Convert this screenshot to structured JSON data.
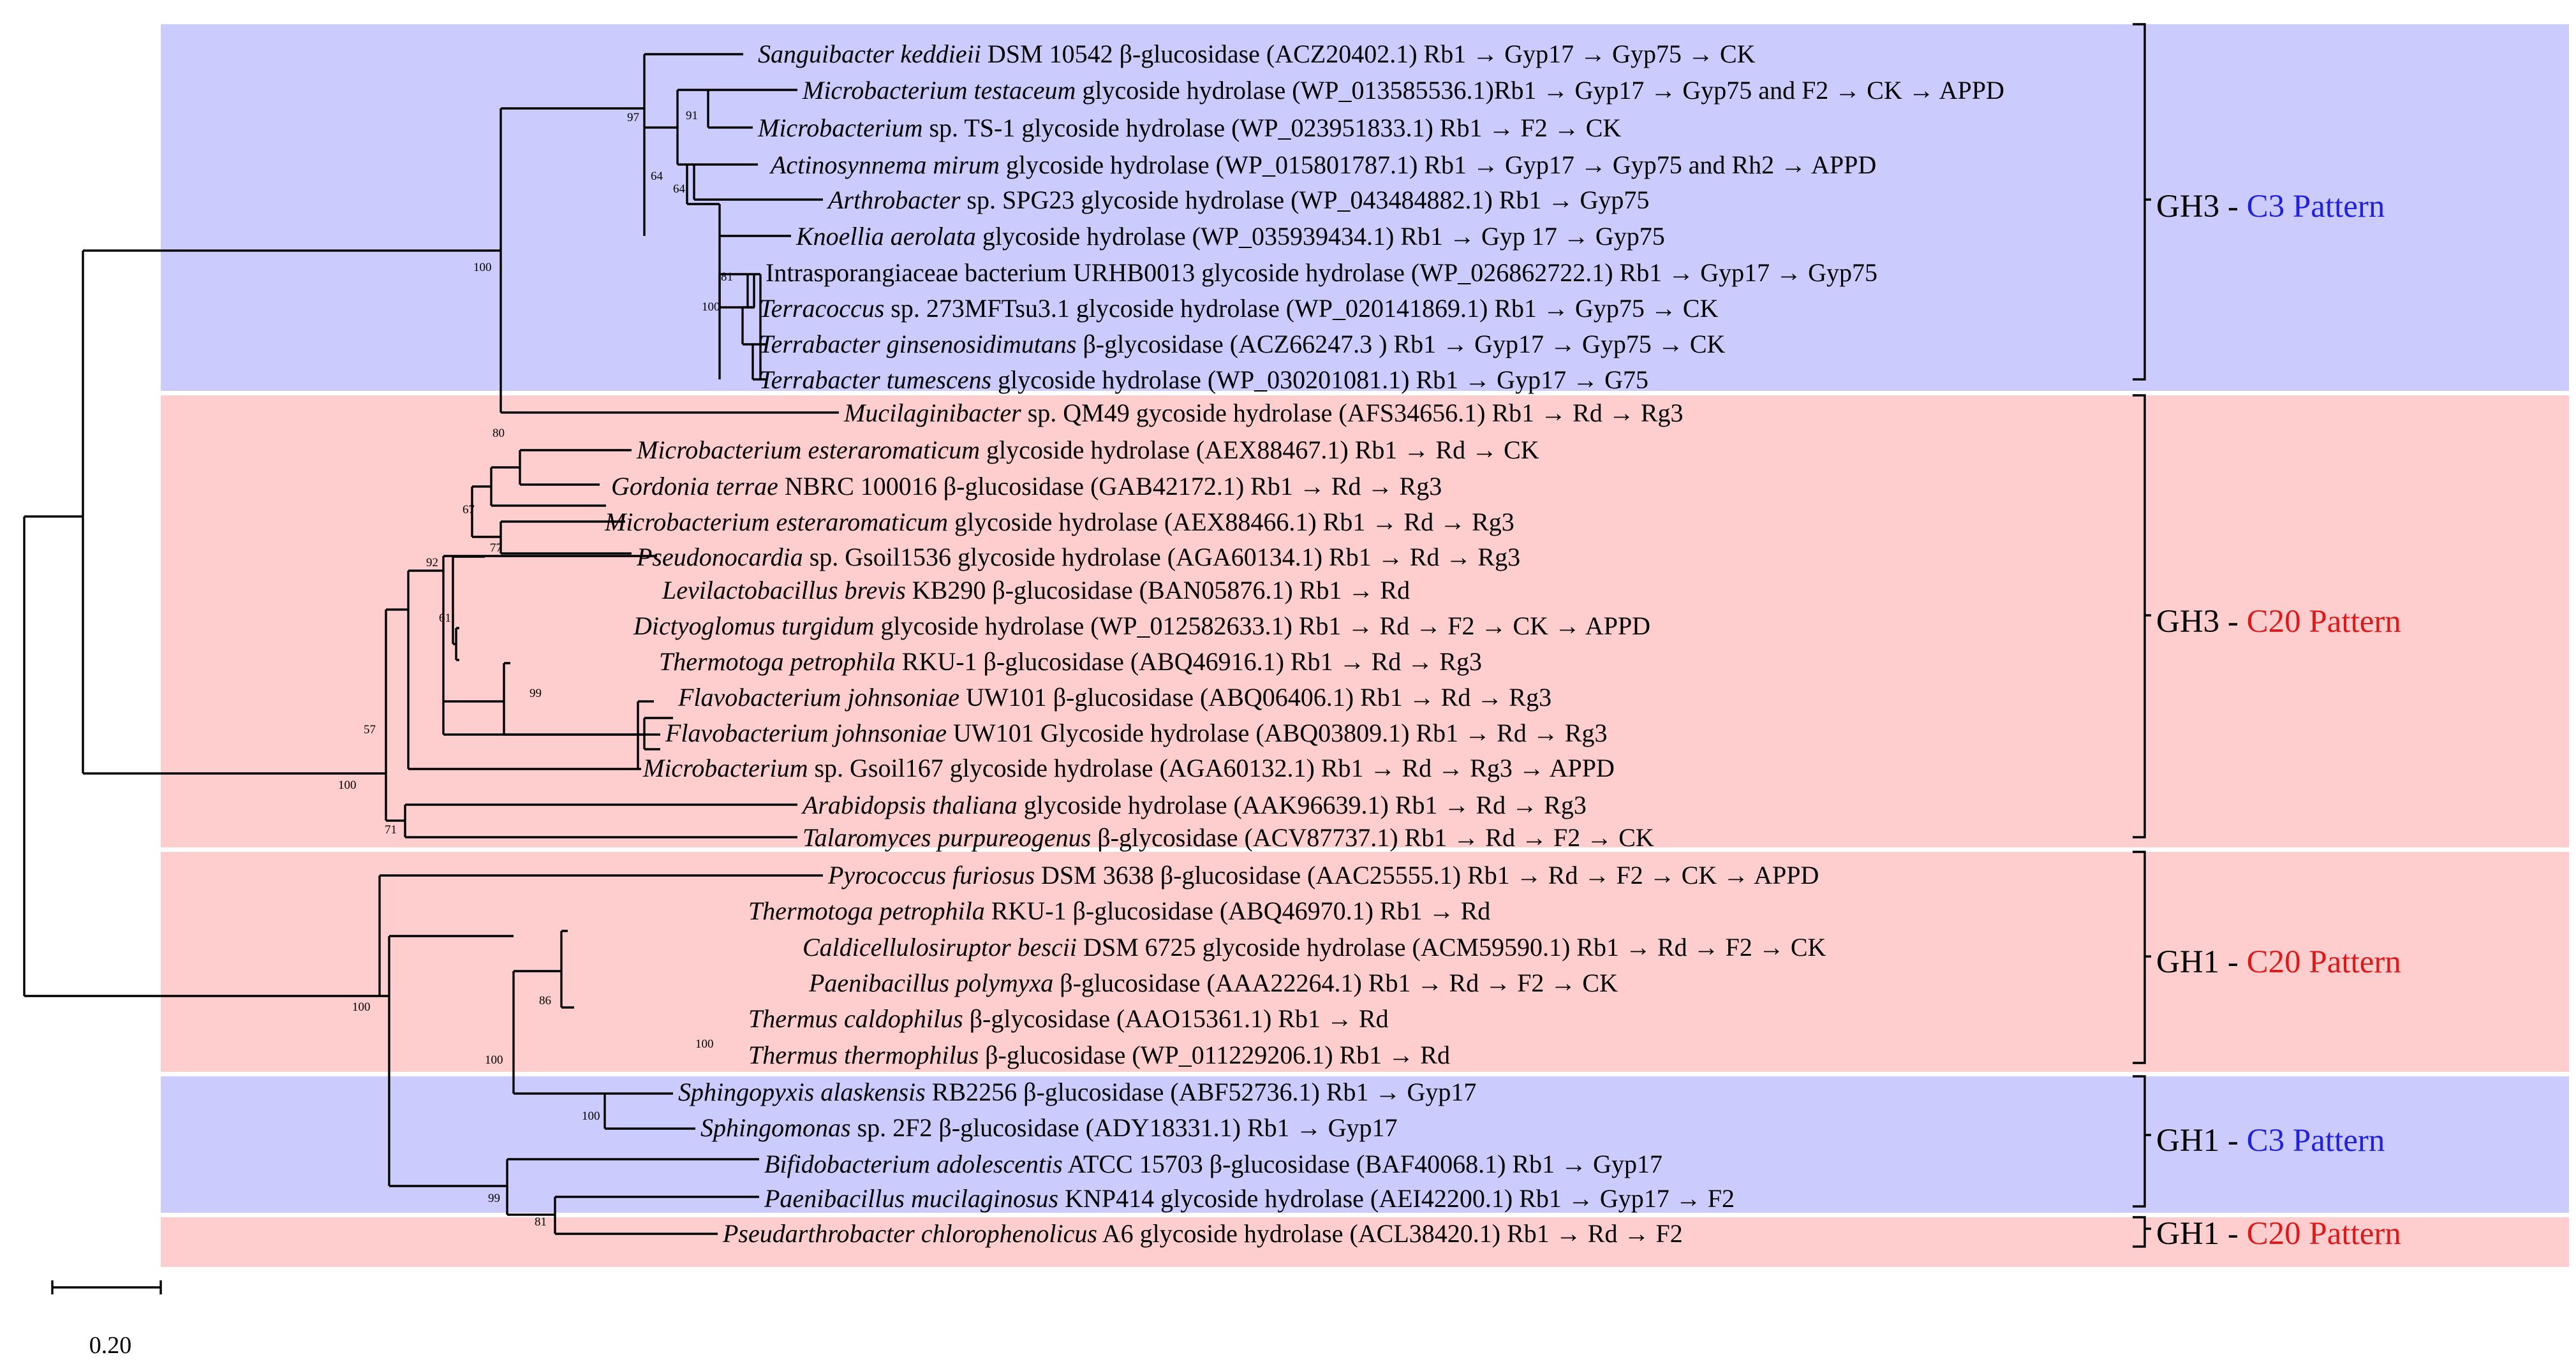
{
  "colors": {
    "c3_band": "#cccbfd",
    "c20_band": "#fecdcd",
    "c3_text": "#2020e0",
    "c20_text": "#e01818",
    "line": "#000000"
  },
  "leaves": [
    {
      "sp": "Sanguibacter keddieii",
      "rest": " DSM 10542 β-glucosidase (ACZ20402.1) Rb1 → Gyp17 → Gyp75 → CK"
    },
    {
      "sp": "Microbacterium testaceum",
      "rest": " glycoside hydrolase (WP_013585536.1)Rb1 → Gyp17 → Gyp75 and F2 → CK → APPD"
    },
    {
      "sp": "Microbacterium",
      "rest": " sp. TS-1 glycoside hydrolase (WP_023951833.1) Rb1 → F2 → CK"
    },
    {
      "sp": "Actinosynnema mirum",
      "rest": " glycoside hydrolase (WP_015801787.1) Rb1 → Gyp17 → Gyp75 and Rh2 → APPD"
    },
    {
      "sp": "Arthrobacter",
      "rest": " sp. SPG23 glycoside hydrolase (WP_043484882.1) Rb1 → Gyp75"
    },
    {
      "sp": "Knoellia aerolata",
      "rest": " glycoside hydrolase (WP_035939434.1) Rb1 → Gyp 17 → Gyp75"
    },
    {
      "sp": "",
      "rest": "Intrasporangiaceae bacterium URHB0013 glycoside hydrolase (WP_026862722.1) Rb1 → Gyp17 → Gyp75"
    },
    {
      "sp": "Terracoccus",
      "rest": " sp. 273MFTsu3.1 glycoside hydrolase (WP_020141869.1) Rb1 → Gyp75 → CK"
    },
    {
      "sp": "Terrabacter ginsenosidimutans",
      "rest": " β-glycosidase (ACZ66247.3 ) Rb1 → Gyp17 → Gyp75 → CK"
    },
    {
      "sp": "Terrabacter tumescens",
      "rest": " glycoside hydrolase (WP_030201081.1) Rb1 → Gyp17 → G75"
    },
    {
      "sp": "Mucilaginibacter",
      "rest": " sp. QM49 gycoside hydrolase (AFS34656.1) Rb1 → Rd → Rg3"
    },
    {
      "sp": "Microbacterium esteraromaticum",
      "rest": " glycoside hydrolase (AEX88467.1) Rb1 → Rd → CK"
    },
    {
      "sp": "Gordonia terrae",
      "rest": " NBRC 100016 β-glucosidase (GAB42172.1) Rb1 → Rd → Rg3"
    },
    {
      "sp": "Microbacterium esteraromaticum",
      "rest": " glycoside hydrolase (AEX88466.1) Rb1 → Rd → Rg3"
    },
    {
      "sp": "Pseudonocardia",
      "rest": " sp. Gsoil1536 glycoside hydrolase (AGA60134.1) Rb1 → Rd → Rg3"
    },
    {
      "sp": "Levilactobacillus brevis",
      "rest": " KB290 β-glucosidase (BAN05876.1) Rb1 → Rd"
    },
    {
      "sp": "Dictyoglomus turgidum",
      "rest": " glycoside hydrolase (WP_012582633.1) Rb1 → Rd → F2 → CK → APPD"
    },
    {
      "sp": "Thermotoga petrophila",
      "rest": " RKU-1 β-glucosidase (ABQ46916.1) Rb1 → Rd → Rg3"
    },
    {
      "sp": "Flavobacterium johnsoniae",
      "rest": " UW101 β-glucosidase (ABQ06406.1) Rb1 → Rd → Rg3"
    },
    {
      "sp": "Flavobacterium johnsoniae",
      "rest": " UW101 Glycoside hydrolase (ABQ03809.1) Rb1 → Rd → Rg3"
    },
    {
      "sp": "Microbacterium",
      "rest": " sp. Gsoil167 glycoside hydrolase (AGA60132.1) Rb1 → Rd → Rg3 → APPD"
    },
    {
      "sp": "Arabidopsis thaliana",
      "rest": " glycoside hydrolase (AAK96639.1) Rb1 → Rd → Rg3"
    },
    {
      "sp": "Talaromyces purpureogenus",
      "rest": " β-glycosidase (ACV87737.1) Rb1 → Rd → F2 → CK"
    },
    {
      "sp": "Pyrococcus furiosus",
      "rest": " DSM 3638 β-glucosidase (AAC25555.1) Rb1 → Rd → F2 → CK → APPD"
    },
    {
      "sp": "Thermotoga petrophila",
      "rest": " RKU-1 β-glucosidase (ABQ46970.1) Rb1 → Rd"
    },
    {
      "sp": "Caldicellulosiruptor bescii",
      "rest": " DSM 6725 glycoside hydrolase (ACM59590.1) Rb1 → Rd → F2 → CK"
    },
    {
      "sp": "Paenibacillus polymyxa",
      "rest": " β-glucosidase (AAA22264.1) Rb1 → Rd → F2 → CK"
    },
    {
      "sp": "Thermus caldophilus",
      "rest": " β-glycosidase (AAO15361.1) Rb1 → Rd"
    },
    {
      "sp": "Thermus thermophilus",
      "rest": " β-glucosidase (WP_011229206.1) Rb1 → Rd"
    },
    {
      "sp": "Sphingopyxis alaskensis",
      "rest": " RB2256 β-glucosidase (ABF52736.1) Rb1 → Gyp17"
    },
    {
      "sp": "Sphingomonas",
      "rest": " sp. 2F2 β-glucosidase (ADY18331.1) Rb1 → Gyp17"
    },
    {
      "sp": "Bifidobacterium adolescentis",
      "rest": " ATCC 15703 β-glucosidase (BAF40068.1) Rb1 → Gyp17"
    },
    {
      "sp": "Paenibacillus mucilaginosus",
      "rest": " KNP414 glycoside hydrolase (AEI42200.1) Rb1 → Gyp17 → F2"
    },
    {
      "sp": "Pseudarthrobacter chlorophenolicus",
      "rest": " A6 glycoside hydrolase (ACL38420.1) Rb1 → Rd → F2"
    }
  ],
  "groups": [
    {
      "prefix": "GH3 - ",
      "pattern": "C3 Pattern",
      "type": "c3"
    },
    {
      "prefix": "GH3 - ",
      "pattern": "C20 Pattern",
      "type": "c20"
    },
    {
      "prefix": "GH1 - ",
      "pattern": "C20 Pattern",
      "type": "c20"
    },
    {
      "prefix": "GH1 - ",
      "pattern": "C3 Pattern",
      "type": "c3"
    },
    {
      "prefix": "GH1 - ",
      "pattern": "C20 Pattern",
      "type": "c20"
    }
  ],
  "bootstrap": [
    "97",
    "91",
    "64",
    "64",
    "100",
    "81",
    "100",
    "80",
    "67",
    "77",
    "92",
    "61",
    "99",
    "57",
    "100",
    "71",
    "100",
    "86",
    "100",
    "100",
    "100",
    "99",
    "81"
  ],
  "scale_bar": {
    "value": 0.2,
    "label": "0.20"
  }
}
